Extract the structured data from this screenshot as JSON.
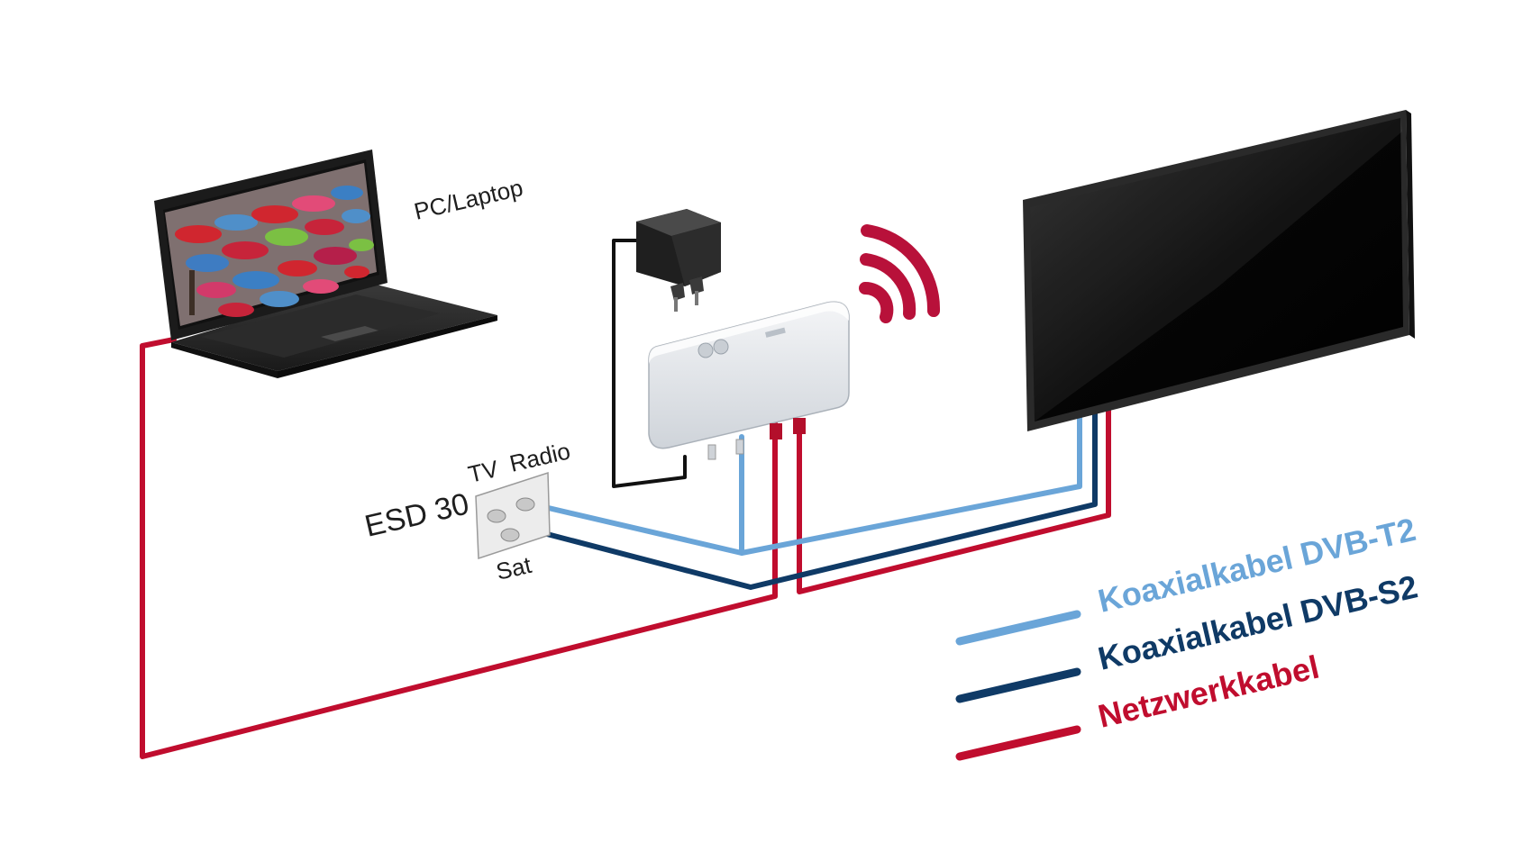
{
  "labels": {
    "pc_laptop": "PC/Laptop",
    "esd": "ESD 30",
    "tv": "TV",
    "radio": "Radio",
    "sat": "Sat"
  },
  "legend": [
    {
      "text": "Koaxialkabel DVB-T2",
      "color": "#6aa5d8"
    },
    {
      "text": "Koaxialkabel DVB-S2",
      "color": "#0f3a66"
    },
    {
      "text": "Netzwerkkabel",
      "color": "#c00d2e"
    }
  ],
  "colors": {
    "dvb_t2": "#6aa5d8",
    "dvb_s2": "#0f3a66",
    "network": "#c00d2e",
    "wifi": "#b8113a",
    "power": "#111111"
  },
  "icons": [
    "laptop-icon",
    "power-adapter-icon",
    "router-icon",
    "wifi-icon",
    "tv-icon",
    "wall-socket-icon"
  ]
}
